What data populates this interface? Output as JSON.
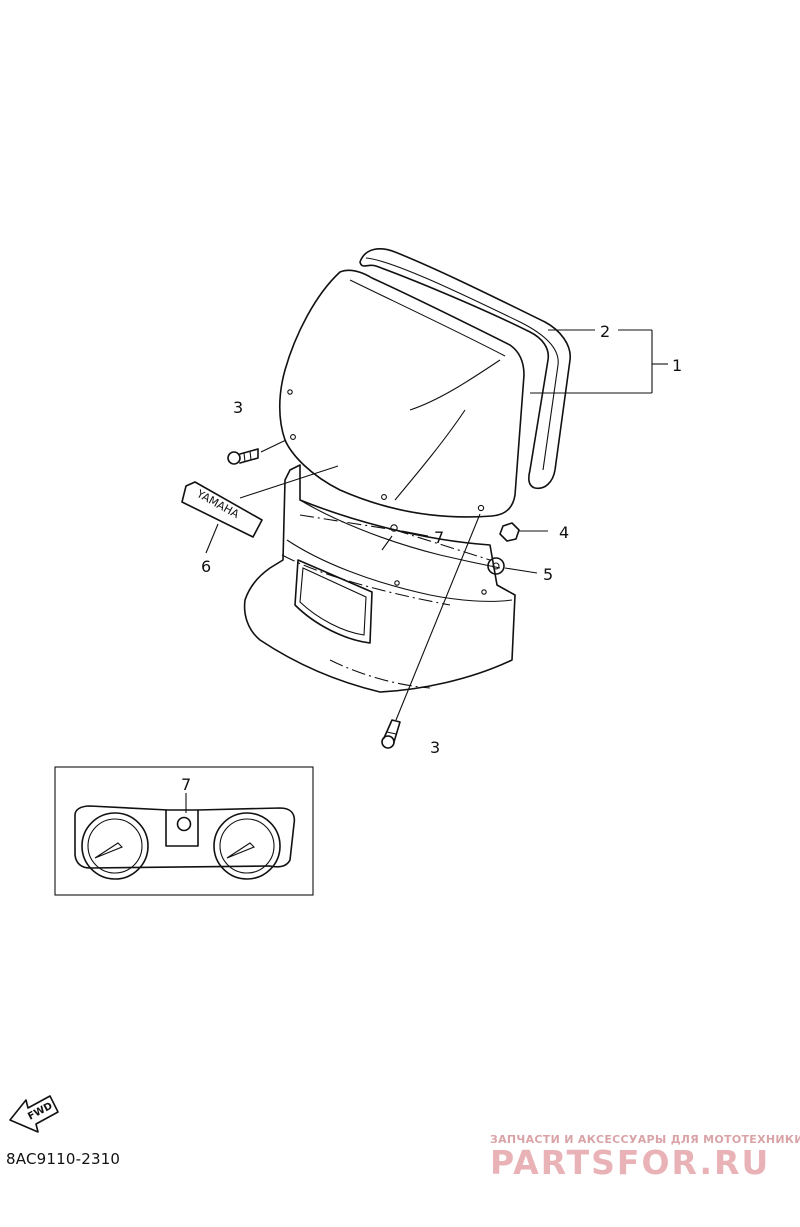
{
  "diagram": {
    "callouts": {
      "c1": "1",
      "c2": "2",
      "c3a": "3",
      "c3b": "3",
      "c4": "4",
      "c5": "5",
      "c6": "6",
      "c7a": "7",
      "c7b": "7"
    },
    "emblem_text": "YAMAHA",
    "fwd_arrow_text": "FWD",
    "part_code": "8AC9110-2310"
  },
  "watermark": {
    "tagline": "ЗАПЧАСТИ И АКСЕССУАРЫ ДЛЯ МОТОТЕХНИКИ",
    "logo": "PARTSFOR.RU"
  }
}
